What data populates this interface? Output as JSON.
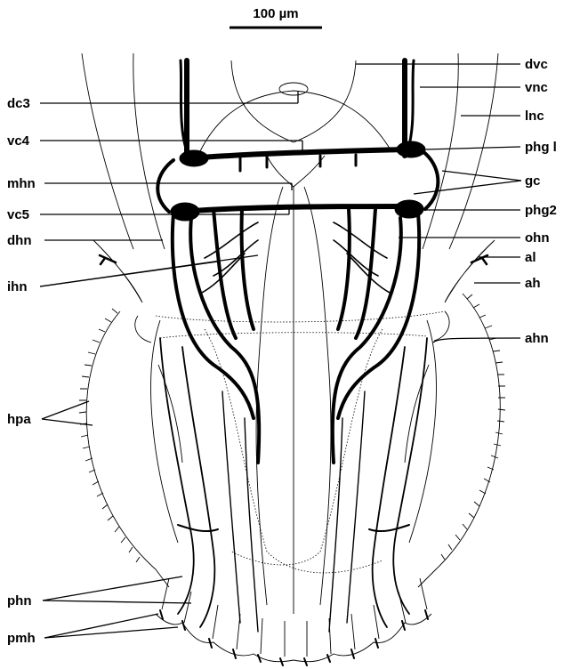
{
  "scale_bar": {
    "label": "100 µm"
  },
  "labels": {
    "dvc": "dvc",
    "vnc": "vnc",
    "lnc": "lnc",
    "phg1": "phg l",
    "gc": "gc",
    "phg2": "phg2",
    "ohn": "ohn",
    "al": "al",
    "ah": "ah",
    "ahn": "ahn",
    "dc3": "dc3",
    "vc4": "vc4",
    "mhn": "mhn",
    "vc5": "vc5",
    "dhn": "dhn",
    "ihn": "ihn",
    "hpa": "hpa",
    "phn": "phn",
    "pmh": "pmh"
  }
}
